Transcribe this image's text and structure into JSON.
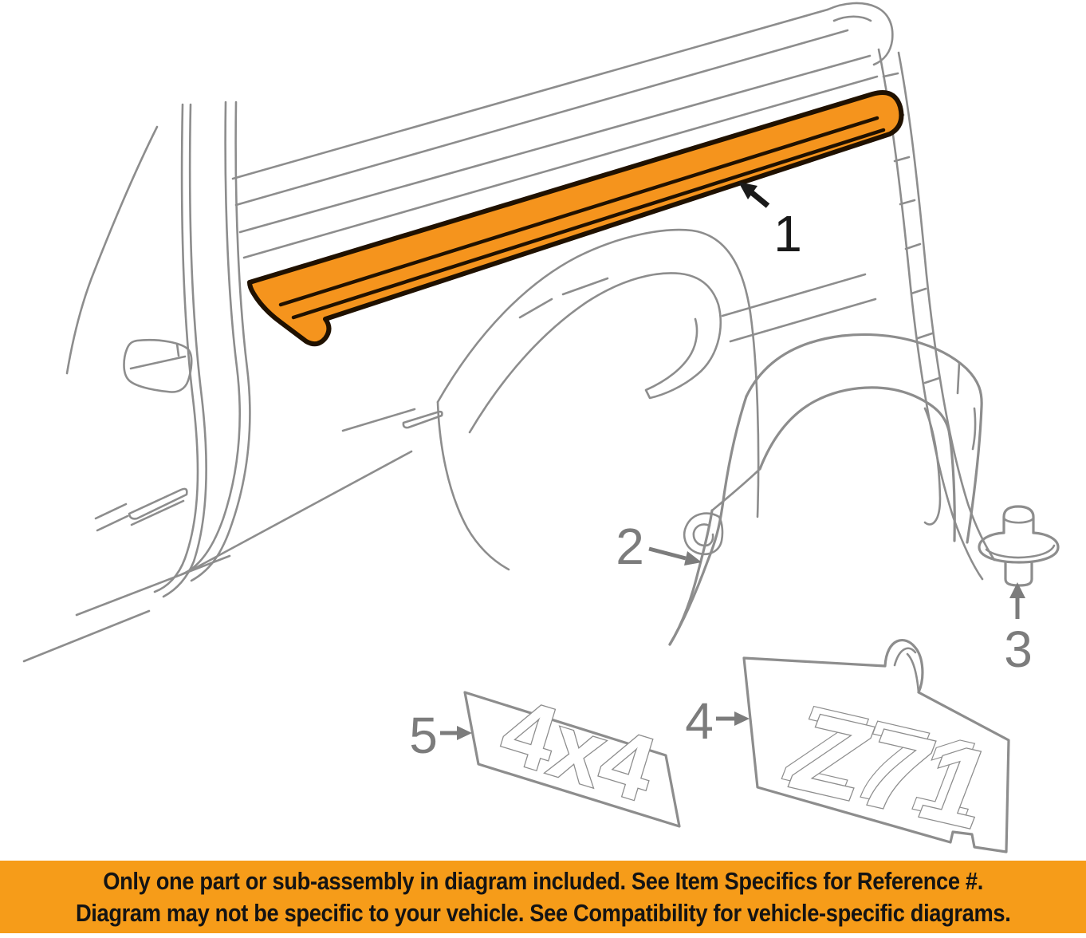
{
  "diagram": {
    "description_labels": {
      "p1": "1",
      "p2": "2",
      "p3": "3",
      "p4": "4",
      "p5": "5"
    },
    "decals": {
      "z71": "Z71",
      "four_by_four": "4x4"
    },
    "colors": {
      "highlight_orange": "#f5941d",
      "outline_dark": "#201100",
      "line_gray": "#8d8d8d",
      "label_gray": "#7c7c7c",
      "label_black": "#1a1a1a",
      "banner_orange": "#f69c19",
      "banner_text": "#141414"
    }
  },
  "banner": {
    "line1": "Only one part or sub-assembly in diagram included. See Item Specifics for Reference #.",
    "line2": "Diagram may not be specific to your vehicle. See Compatibility for vehicle-specific diagrams."
  }
}
